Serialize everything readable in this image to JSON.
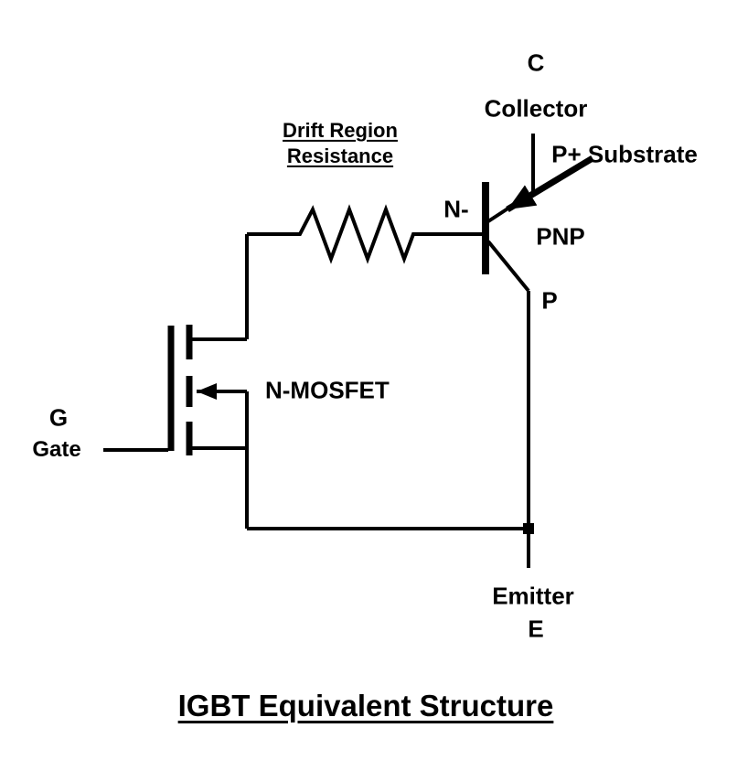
{
  "diagram": {
    "title": "IGBT Equivalent Structure",
    "line_color": "#000000",
    "background_color": "#ffffff",
    "labels": {
      "c": "C",
      "collector": "Collector",
      "p_substrate": "P+ Substrate",
      "drift_line1": "Drift Region",
      "drift_line2": "Resistance",
      "n_minus": "N-",
      "pnp": "PNP",
      "p": "P",
      "n_mosfet": "N-MOSFET",
      "g": "G",
      "gate": "Gate",
      "emitter": "Emitter",
      "e": "E"
    }
  }
}
